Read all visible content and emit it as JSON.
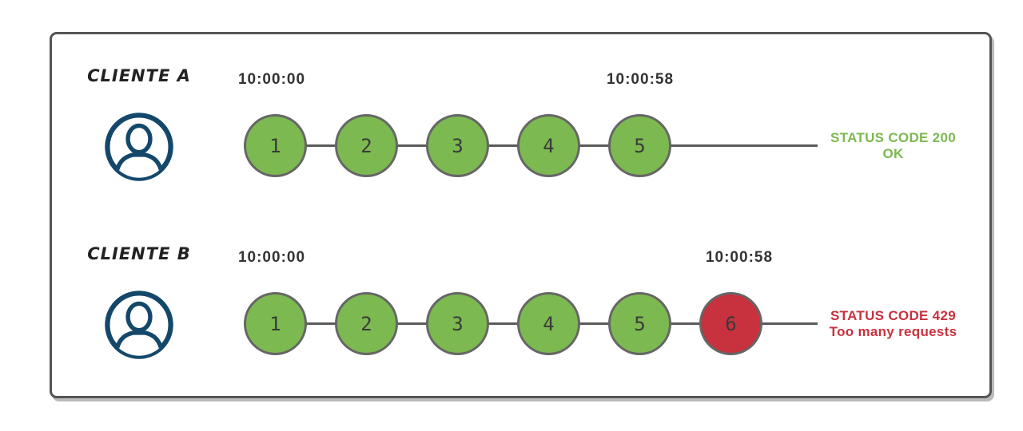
{
  "colors": {
    "states": {
      "ok": "#7CB950",
      "error": "#C8313E"
    },
    "circle_border": "#666666",
    "timeline_line": "#5A5A5A",
    "frame_border": "#555555",
    "avatar_blue": "#14486B",
    "timestamp_text": "#333333"
  },
  "rows": [
    {
      "client": "CLIENTE A",
      "start_time": "10:00:00",
      "end_time": "10:00:58",
      "requests": [
        {
          "label": "1",
          "state": "ok"
        },
        {
          "label": "2",
          "state": "ok"
        },
        {
          "label": "3",
          "state": "ok"
        },
        {
          "label": "4",
          "state": "ok"
        },
        {
          "label": "5",
          "state": "ok"
        }
      ],
      "status": {
        "line1": "STATUS CODE 200",
        "line2": "OK",
        "color": "#7CB950"
      }
    },
    {
      "client": "CLIENTE B",
      "start_time": "10:00:00",
      "end_time": "10:00:58",
      "requests": [
        {
          "label": "1",
          "state": "ok"
        },
        {
          "label": "2",
          "state": "ok"
        },
        {
          "label": "3",
          "state": "ok"
        },
        {
          "label": "4",
          "state": "ok"
        },
        {
          "label": "5",
          "state": "ok"
        },
        {
          "label": "6",
          "state": "error"
        }
      ],
      "status": {
        "line1": "STATUS CODE 429",
        "line2": "Too many requests",
        "color": "#C8313E"
      }
    }
  ]
}
